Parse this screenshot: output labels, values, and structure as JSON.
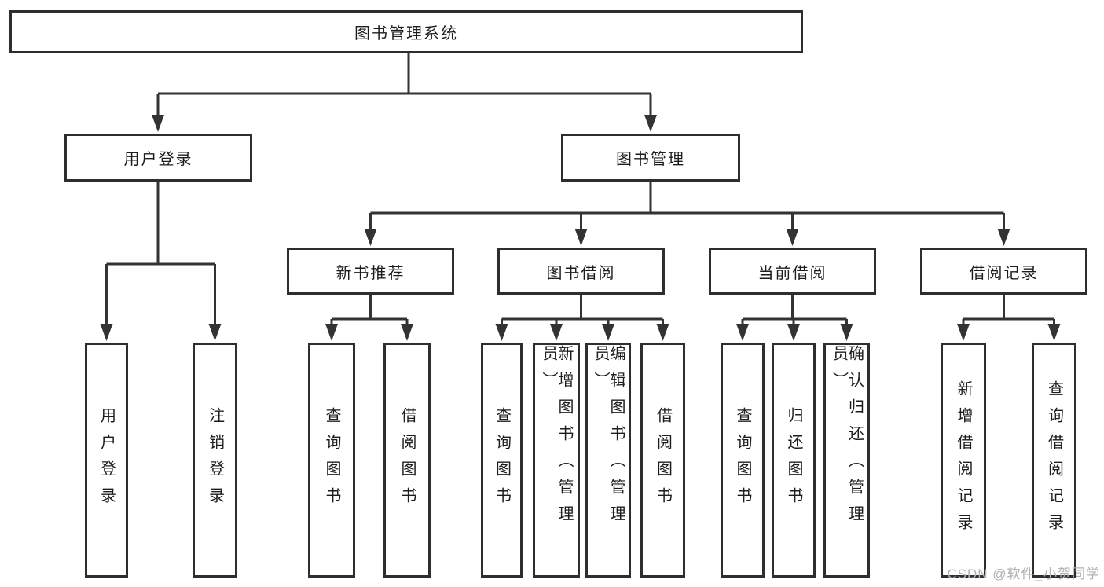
{
  "tree": {
    "root": {
      "label": "图书管理系统",
      "children": [
        {
          "label": "用户登录",
          "children": [
            {
              "label": "用户登录"
            },
            {
              "label": "注销登录"
            }
          ]
        },
        {
          "label": "图书管理",
          "children": [
            {
              "label": "新书推荐",
              "children": [
                {
                  "label": "查询图书"
                },
                {
                  "label": "借阅图书"
                }
              ]
            },
            {
              "label": "图书借阅",
              "children": [
                {
                  "label": "查询图书"
                },
                {
                  "label": "新增图书（管理员）"
                },
                {
                  "label": "编辑图书（管理员）"
                },
                {
                  "label": "借阅图书"
                }
              ]
            },
            {
              "label": "当前借阅",
              "children": [
                {
                  "label": "查询图书"
                },
                {
                  "label": "归还图书"
                },
                {
                  "label": "确认归还（管理员）"
                }
              ]
            },
            {
              "label": "借阅记录",
              "children": [
                {
                  "label": "新增借阅记录"
                },
                {
                  "label": "查询借阅记录"
                }
              ]
            }
          ]
        }
      ]
    }
  },
  "watermark": {
    "text": "CSDN @软件_小贺同学",
    "color": "#b2b2b2"
  },
  "colors": {
    "line": "#333333",
    "box_border": "#2e2e2e",
    "box_fill": "#ffffff",
    "text": "#1d1d1d",
    "background": "#ffffff"
  }
}
